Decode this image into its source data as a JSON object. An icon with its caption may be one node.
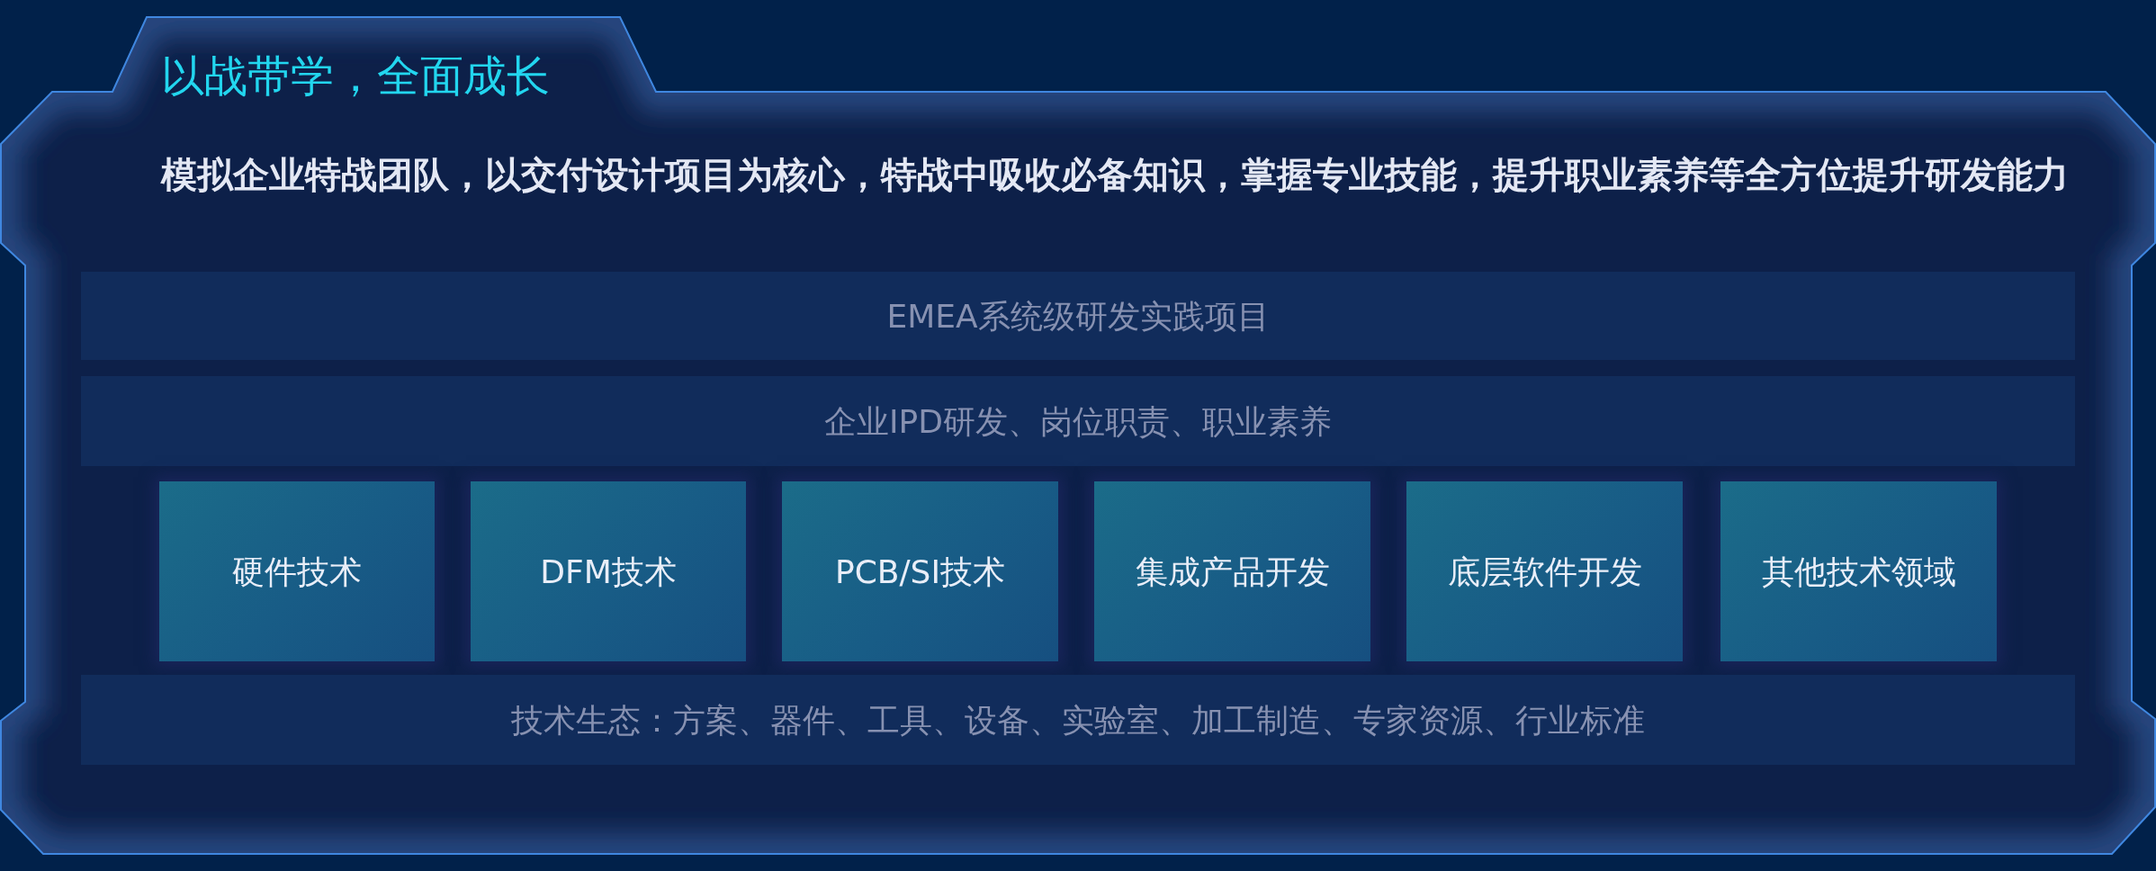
{
  "diagram": {
    "nodes": [
      {
        "text": [
          "以战带学，全面成长",
          "模拟企业特战团队，以交付设计项目为核心，特战中吸收必备知识，掌握专业技能，提升职业素养等全方位提升研发能力"
        ]
      },
      {
        "text": [
          "EMEA系统级研发实践项目"
        ],
        "in": 0
      },
      {
        "text": [
          "企业IPD研发、岗位职责、职业素养"
        ],
        "in": 0
      },
      {
        "text": [
          "硬件技术"
        ],
        "in": 0
      },
      {
        "text": [
          "DFM技术"
        ],
        "in": 0
      },
      {
        "text": [
          "PCB/SI技术"
        ],
        "in": 0
      },
      {
        "text": [
          "集成产品开发"
        ],
        "in": 0
      },
      {
        "text": [
          "底层软件开发"
        ],
        "in": 0
      },
      {
        "text": [
          "其他技术领域"
        ],
        "in": 0
      },
      {
        "text": [
          "技术生态：方案、器件、工具、设备、实验室、加工制造、专家资源、行业标准"
        ],
        "in": 0
      }
    ]
  }
}
